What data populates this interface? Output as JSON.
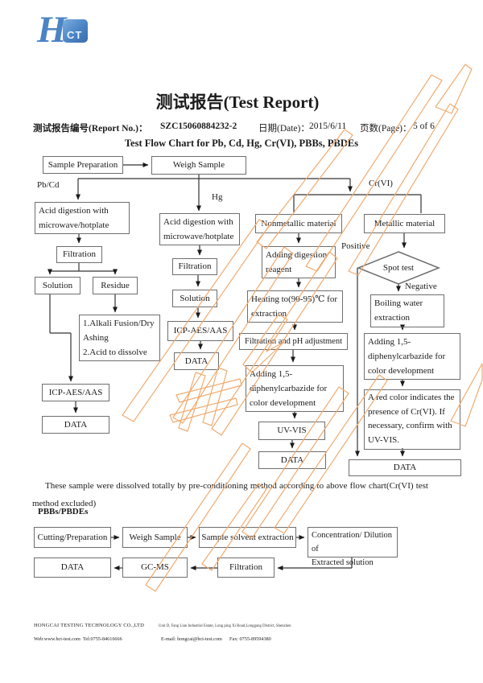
{
  "logo": {
    "h": "H",
    "ct": "CT"
  },
  "header": {
    "title": "测试报告(Test Report)",
    "report_no_label": "测试报告编号(Report No.)：",
    "report_no": "SZC15060884232-2",
    "date_label": "日期(Date)：",
    "date": "2015/6/11",
    "page_label": "页数(Page)：",
    "page": "5 of 6",
    "flow_title": "Test Flow Chart for Pb, Cd, Hg, Cr(VI), PBBs, PBDEs"
  },
  "flow1": {
    "labels": {
      "pbcd": "Pb/Cd",
      "hg": "Hg",
      "crvi": "Cr(VI)",
      "positive": "Positive",
      "negative": "Negative"
    },
    "nodes": {
      "sample_prep": "Sample Preparation",
      "weigh_sample": "Weigh Sample",
      "pbcd_digestion": [
        "Acid digestion with",
        "microwave/hotplate"
      ],
      "pbcd_filtration": "Filtration",
      "pbcd_solution": "Solution",
      "pbcd_residue": "Residue",
      "pbcd_alkali": [
        "1.Alkali Fusion/Dry",
        "Ashing",
        "2.Acid to dissolve"
      ],
      "pbcd_icp": "ICP-AES/AAS",
      "pbcd_data": "DATA",
      "hg_digestion": [
        "Acid digestion with",
        "microwave/hotplate"
      ],
      "hg_filtration": "Filtration",
      "hg_solution": "Solution",
      "hg_icp": "ICP-AES/AAS",
      "hg_data": "DATA",
      "nonmetallic": "Nonmetallic material",
      "metallic": "Metallic material",
      "adding_reagent": [
        "Adding digestion",
        "reagent"
      ],
      "heating": [
        "Heating to(90-95)℃  for",
        "extraction"
      ],
      "filtration_ph": "Filtration and pH adjustment",
      "adding_dpc_left": [
        "Adding 1,5-",
        "diphenylcarbazide for",
        "color development"
      ],
      "uv_vis": "UV-VIS",
      "data_mid": "DATA",
      "spot_test": "Spot test",
      "boiling": [
        "Boiling water",
        "extraction"
      ],
      "adding_dpc_right": [
        "Adding 1,5-",
        "diphenylcarbazide for",
        "color development"
      ],
      "red_color": [
        "A red color indicates the",
        "presence of Cr(VI). If",
        "necessary, confirm with",
        "UV-VIS."
      ],
      "data_right": "DATA"
    }
  },
  "note": {
    "text": "These sample were dissolved totally by pre-conditioning method according to above flow chart(Cr(VI) test method excluded)"
  },
  "flow2": {
    "title": "PBBs/PBDEs",
    "nodes": {
      "cutting": "Cutting/Preparation",
      "weigh": "Weigh Sample",
      "solvent": "Sample solvent extraction",
      "concentration": [
        "Concentration/ Dilution of",
        "Extracted solution"
      ],
      "filtration": "Filtration",
      "gcms": "GC-MS",
      "data": "DATA"
    }
  },
  "footer": {
    "company": "HONGCAI TESTING TECHNOLOGY CO.,LTD",
    "address": "Unit D, Fang Lian Industrial Estate, Long ping Xi Road,Longgang District, Shenzhen",
    "web": "Web:www.hct-test.com",
    "tel": "Tel:0755-84616666",
    "email": "E-mail: hongcai@hct-test.com",
    "fax": "Fax: 0755-89594380"
  },
  "colors": {
    "watermark": "#f0ab70",
    "logo_blue": "#4b84c4",
    "box_border": "#6e6e6e",
    "connector": "#333333"
  }
}
